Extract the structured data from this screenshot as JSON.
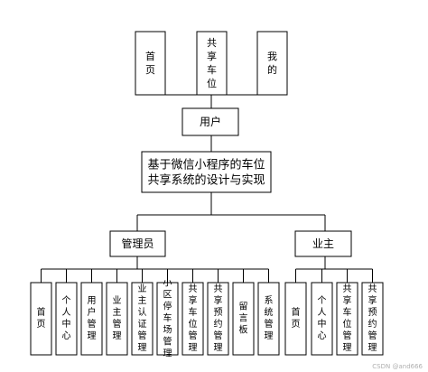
{
  "top_nodes": [
    "首页",
    "共享车位",
    "我的"
  ],
  "user_node": "用户",
  "system_title_lines": [
    "基于微信小程序的车位",
    "共享系统的设计与实现"
  ],
  "roles": [
    "管理员",
    "业主"
  ],
  "admin_modules": [
    "首页",
    "个人中心",
    "用户管理",
    "业主管理",
    "业主认证管理",
    "小区停车场管理",
    "共享车位管理",
    "共享预约管理",
    "留言板",
    "系统管理"
  ],
  "owner_modules": [
    "首页",
    "个人中心",
    "共享车位管理",
    "共享预约管理"
  ],
  "watermark": "CSDN @and666"
}
